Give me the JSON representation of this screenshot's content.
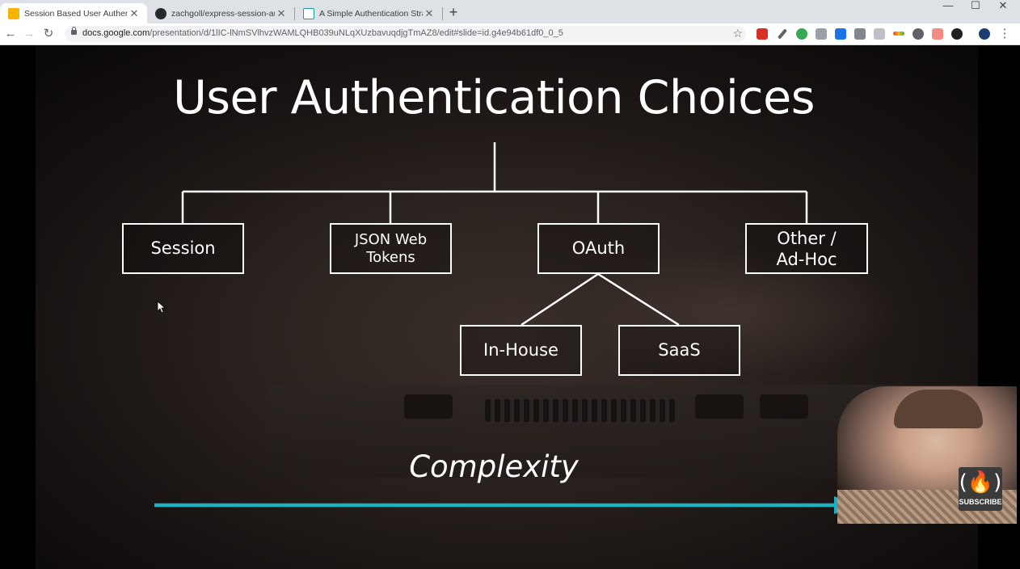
{
  "browser": {
    "tabs": [
      {
        "title": "Session Based User Authenticatio",
        "active": true,
        "favicon": "google-slides-icon"
      },
      {
        "title": "zachgoll/express-session-authen",
        "active": false,
        "favicon": "github-icon"
      },
      {
        "title": "A Simple Authentication Strateg",
        "active": false,
        "favicon": "document-icon"
      }
    ],
    "url_host": "docs.google.com",
    "url_path": "/presentation/d/1lIC-lNmSVlhvzWAMLQHB039uNLqXUzbavuqdjgTmAZ8/edit#slide=id.g4e94b61df0_0_5"
  },
  "slide": {
    "title": "User Authentication Choices",
    "nodes": {
      "session": "Session",
      "jwt_line1": "JSON Web",
      "jwt_line2": "Tokens",
      "oauth": "OAuth",
      "other_line1": "Other /",
      "other_line2": "Ad-Hoc",
      "inhouse": "In-House",
      "saas": "SaaS"
    },
    "complexity_label": "Complexity",
    "arrow_color": "#1bb2c4"
  },
  "overlay": {
    "subscribe_label": "SUBSCRIBE"
  }
}
